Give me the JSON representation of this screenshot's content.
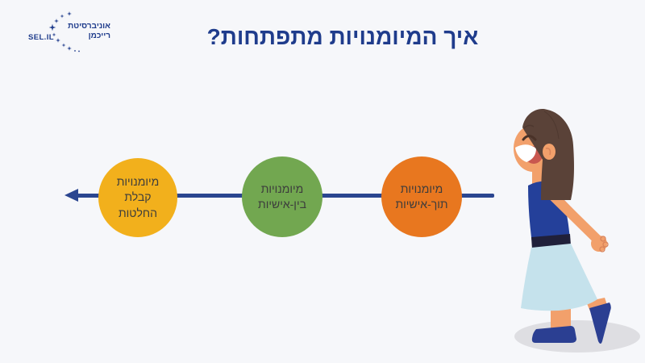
{
  "slide": {
    "title": "איך המיומנויות מתפתחות?",
    "title_color": "#1F3C8C",
    "background_color": "#F6F7FA"
  },
  "logo": {
    "sel_label": "SEL.IL",
    "university_name_line1": "אוניברסיטת",
    "university_name_line2": "רייכמן",
    "color": "#1F3C8C",
    "stars_icon": "star-arc"
  },
  "diagram": {
    "type": "process-arrow",
    "direction": "right-to-left",
    "arrow_color": "#2B4690",
    "label_color": "#3C3C3C",
    "steps": [
      {
        "id": "intrapersonal-skills",
        "order": 1,
        "full_label": "מיומנויות תוך-אישיות",
        "line1": "מיומנויות",
        "line2": "תוך-אישיות",
        "circle_color": "#E8771F"
      },
      {
        "id": "interpersonal-skills",
        "order": 2,
        "full_label": "מיומנויות בין-אישיות",
        "line1": "מיומנויות",
        "line2": "בין-אישיות",
        "circle_color": "#72A750"
      },
      {
        "id": "decision-making-skills",
        "order": 3,
        "full_label": "מיומנויות קבלת החלטות",
        "line1": "מיומנויות",
        "line2": "קבלת",
        "line3": "החלטות",
        "circle_color": "#F2B01C"
      }
    ]
  },
  "illustration": {
    "name": "girl-smiling-looking-left",
    "colors": {
      "hair": "#5A4238",
      "skin": "#F2A06B",
      "skin_shade": "#C4614D",
      "shirt": "#24409A",
      "waistband": "#20203A",
      "skirt": "#C5E2EC",
      "shoes": "#2B3F92",
      "shadow": "#DEDEE2",
      "mouth_inner": "#C9574F",
      "teeth": "#FFFFFF"
    }
  }
}
